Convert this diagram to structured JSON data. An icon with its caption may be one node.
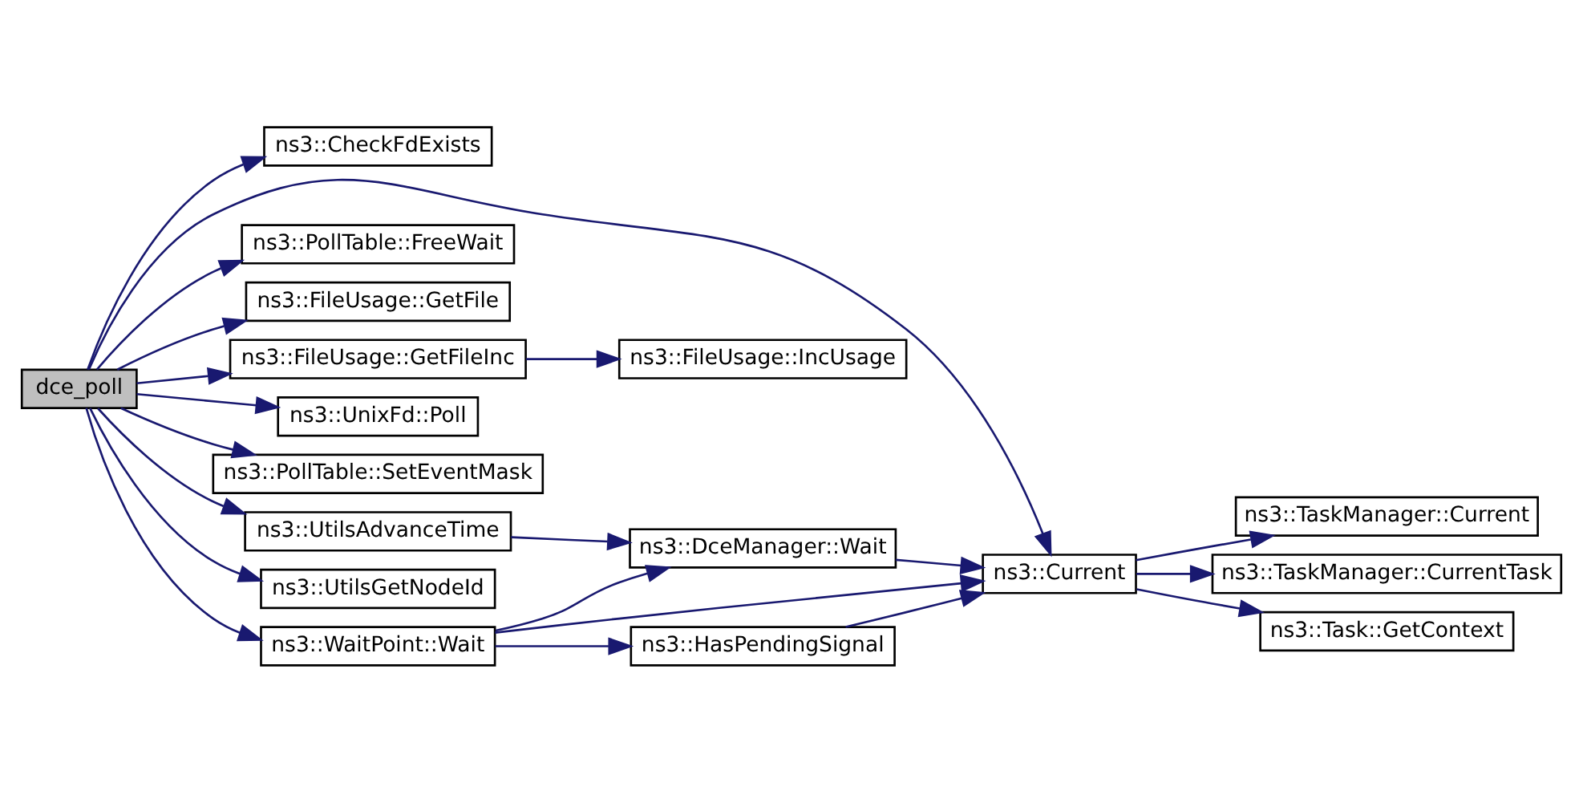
{
  "diagram": {
    "nodes": [
      {
        "text": [
          "dce_poll"
        ]
      },
      {
        "text": [
          "ns3::CheckFdExists"
        ]
      },
      {
        "text": [
          "ns3::Current"
        ]
      },
      {
        "text": [
          "ns3::PollTable::FreeWait"
        ]
      },
      {
        "text": [
          "ns3::FileUsage::GetFile"
        ]
      },
      {
        "text": [
          "ns3::FileUsage::GetFileInc"
        ]
      },
      {
        "text": [
          "ns3::FileUsage::IncUsage"
        ]
      },
      {
        "text": [
          "ns3::UnixFd::Poll"
        ]
      },
      {
        "text": [
          "ns3::PollTable::SetEventMask"
        ]
      },
      {
        "text": [
          "ns3::UtilsAdvanceTime"
        ]
      },
      {
        "text": [
          "ns3::DceManager::Wait"
        ]
      },
      {
        "text": [
          "ns3::UtilsGetNodeId"
        ]
      },
      {
        "text": [
          "ns3::WaitPoint::Wait"
        ]
      },
      {
        "text": [
          "ns3::HasPendingSignal"
        ]
      },
      {
        "text": [
          "ns3::TaskManager::Current"
        ]
      },
      {
        "text": [
          "ns3::TaskManager::CurrentTask"
        ]
      },
      {
        "text": [
          "ns3::Task::GetContext"
        ]
      }
    ],
    "edges": [
      {
        "from": 0,
        "to": 1,
        "arrow": "to"
      },
      {
        "from": 0,
        "to": 2,
        "arrow": "to"
      },
      {
        "from": 0,
        "to": 3,
        "arrow": "to"
      },
      {
        "from": 0,
        "to": 4,
        "arrow": "to"
      },
      {
        "from": 0,
        "to": 5,
        "arrow": "to"
      },
      {
        "from": 0,
        "to": 7,
        "arrow": "to"
      },
      {
        "from": 0,
        "to": 8,
        "arrow": "to"
      },
      {
        "from": 0,
        "to": 9,
        "arrow": "to"
      },
      {
        "from": 0,
        "to": 11,
        "arrow": "to"
      },
      {
        "from": 0,
        "to": 12,
        "arrow": "to"
      },
      {
        "from": 5,
        "to": 6,
        "arrow": "to"
      },
      {
        "from": 9,
        "to": 10,
        "arrow": "to"
      },
      {
        "from": 10,
        "to": 2,
        "arrow": "to"
      },
      {
        "from": 2,
        "to": 14,
        "arrow": "to"
      },
      {
        "from": 2,
        "to": 15,
        "arrow": "to"
      },
      {
        "from": 2,
        "to": 16,
        "arrow": "to"
      },
      {
        "from": 12,
        "to": 10,
        "arrow": "to"
      },
      {
        "from": 12,
        "to": 2,
        "arrow": "to"
      },
      {
        "from": 12,
        "to": 13,
        "arrow": "to"
      },
      {
        "from": 13,
        "to": 2,
        "arrow": "to"
      }
    ]
  }
}
